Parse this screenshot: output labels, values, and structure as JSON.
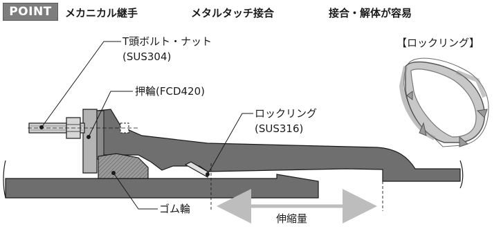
{
  "header": {
    "badge": "POINT",
    "features": [
      "メカニカル継手",
      "メタルタッチ接合",
      "接合・解体が容易"
    ]
  },
  "labels": {
    "bolt_line1": "T頭ボルト・ナット",
    "bolt_line2": "(SUS304)",
    "gland": "押輪(FCD420)",
    "lock_line1": "ロックリング",
    "lock_line2": "(SUS316)",
    "rubber": "ゴム輪",
    "expansion": "伸縮量",
    "lockring_title": "【ロックリング】"
  },
  "colors": {
    "body_gray": "#707070",
    "gland_gray": "#b4b4b4",
    "pipe_gray": "#6e6e6e",
    "badge_gray": "#7d7d7d"
  }
}
